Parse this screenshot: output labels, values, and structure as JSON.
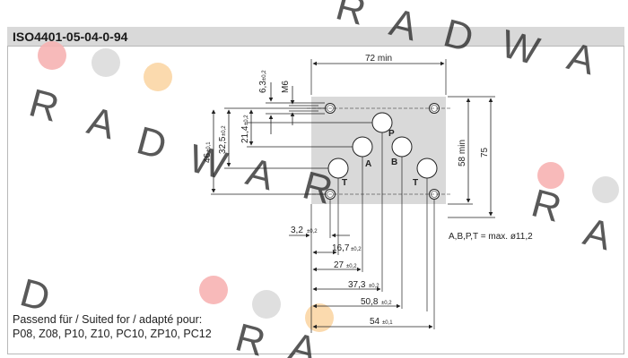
{
  "header": {
    "title": "ISO4401-05-04-0-94"
  },
  "diagram": {
    "dims_top": {
      "width_min": "72 min",
      "thread": "M6",
      "thread_depth": "6,3",
      "thread_depth_tol": "±0,2"
    },
    "dims_right": {
      "height_min": "58 min",
      "height": "75"
    },
    "dims_left": [
      {
        "value": "46",
        "tol": "±0,1"
      },
      {
        "value": "32,5",
        "tol": "±0,2"
      },
      {
        "value": "21,4",
        "tol": "±0,2"
      }
    ],
    "dims_bottom": [
      {
        "value": "3,2",
        "tol": "±0,2"
      },
      {
        "value": "16,7",
        "tol": "±0,2"
      },
      {
        "value": "27",
        "tol": "±0,2"
      },
      {
        "value": "37,3",
        "tol": "±0,2"
      },
      {
        "value": "50,8",
        "tol": "±0,2"
      },
      {
        "value": "54",
        "tol": "±0,1"
      }
    ],
    "ports": {
      "p": "P",
      "a": "A",
      "b": "B",
      "t_left": "T",
      "t_right": "T"
    },
    "port_note": "A,B,P,T = max. ø11,2"
  },
  "footer": {
    "line1": "Passend für / Suited for / adapté pour:",
    "line2": "P08, Z08, P10, Z10, PC10, ZP10, PC12"
  },
  "watermark": {
    "text": "RADWAR",
    "colors": {
      "red": "#f7b3b3",
      "gray": "#dcdcdc",
      "orange": "#fbd6a6",
      "letter": "#c9c9c9"
    }
  }
}
